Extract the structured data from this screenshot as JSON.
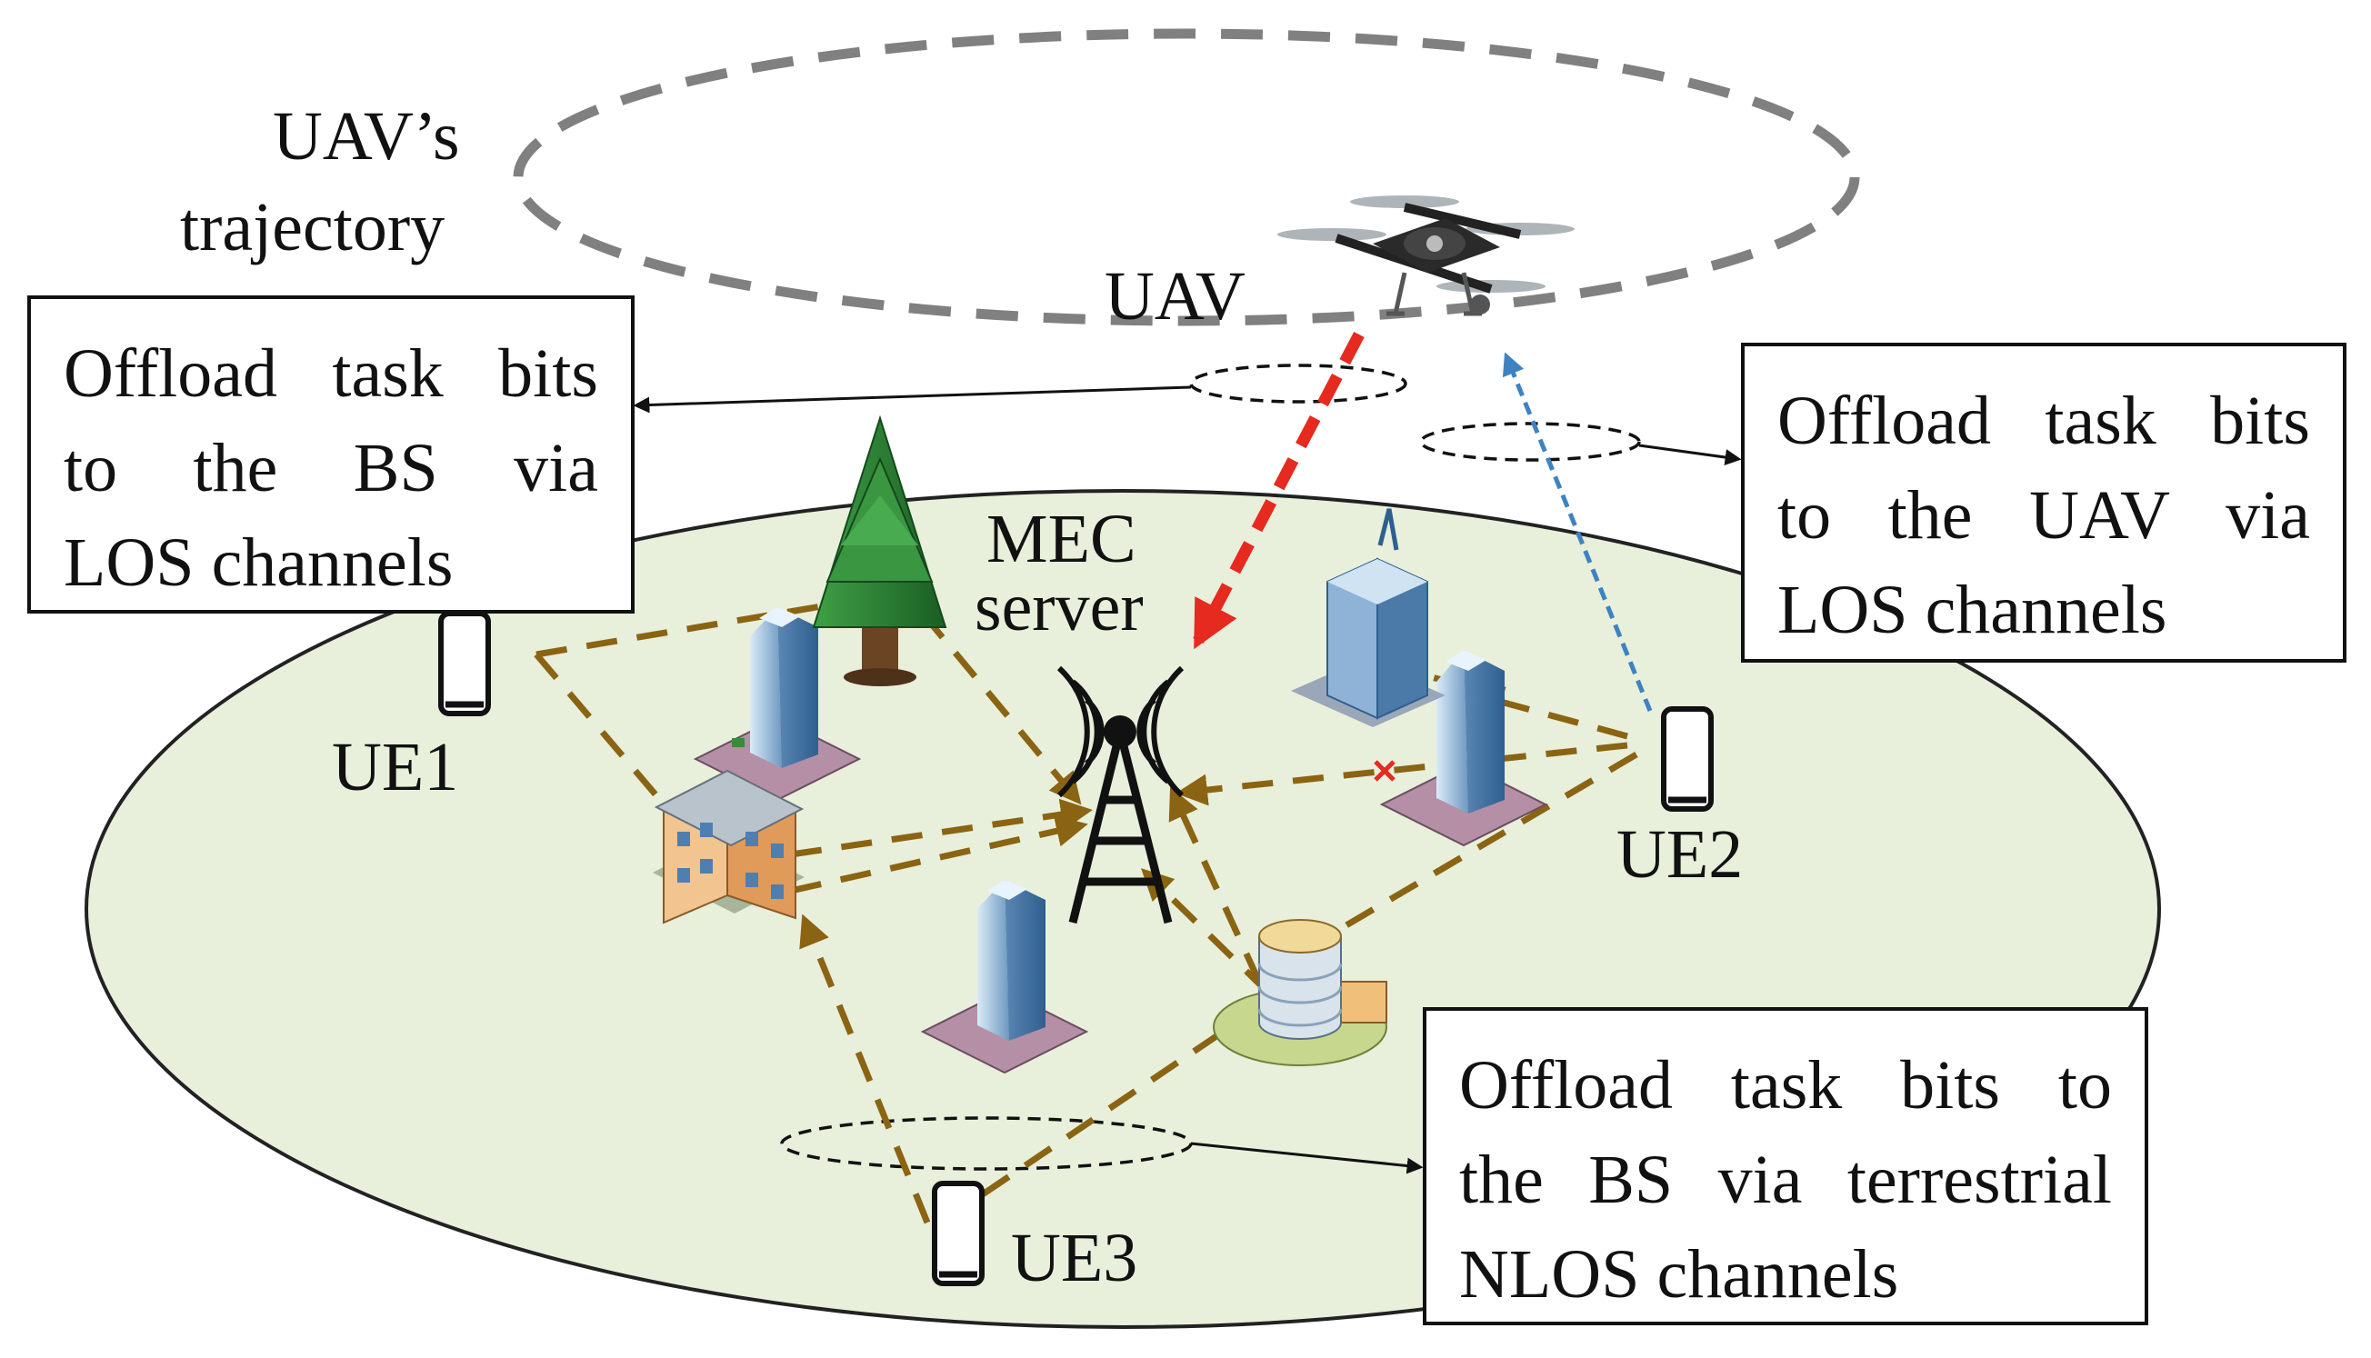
{
  "colors": {
    "ground": "#e8efdb",
    "ground_border": "#222222",
    "trajectory": "#808080",
    "nlos_path": "#8a6412",
    "uav_to_bs_link": "#e62a1f",
    "ue_to_uav_link": "#3e82c2",
    "label_text": "#111111"
  },
  "icons": {
    "uav": "quadcopter-drone-icon",
    "base_station": "radio-tower-icon",
    "tree": "pine-tree-icon",
    "buildings": "city-building-icon",
    "user_equipment": "smartphone-icon",
    "blocked_link": "red-x-icon"
  },
  "labels": {
    "uav_trajectory_line1": "UAV’s",
    "uav_trajectory_line2": "trajectory",
    "uav": "UAV",
    "mec_line1": "MEC",
    "mec_line2": "server",
    "ue1": "UE1",
    "ue2": "UE2",
    "ue3": "UE3"
  },
  "callouts": {
    "bs_los": {
      "line1": "Offload task bits",
      "line2": "to the BS via",
      "line3": "LOS channels"
    },
    "uav_los": {
      "line1": "Offload task bits",
      "line2": "to the UAV via",
      "line3": "LOS channels"
    },
    "bs_nlos": {
      "line1": "Offload task bits to",
      "line2": "the BS via terrestrial",
      "line3": "NLOS channels"
    }
  }
}
